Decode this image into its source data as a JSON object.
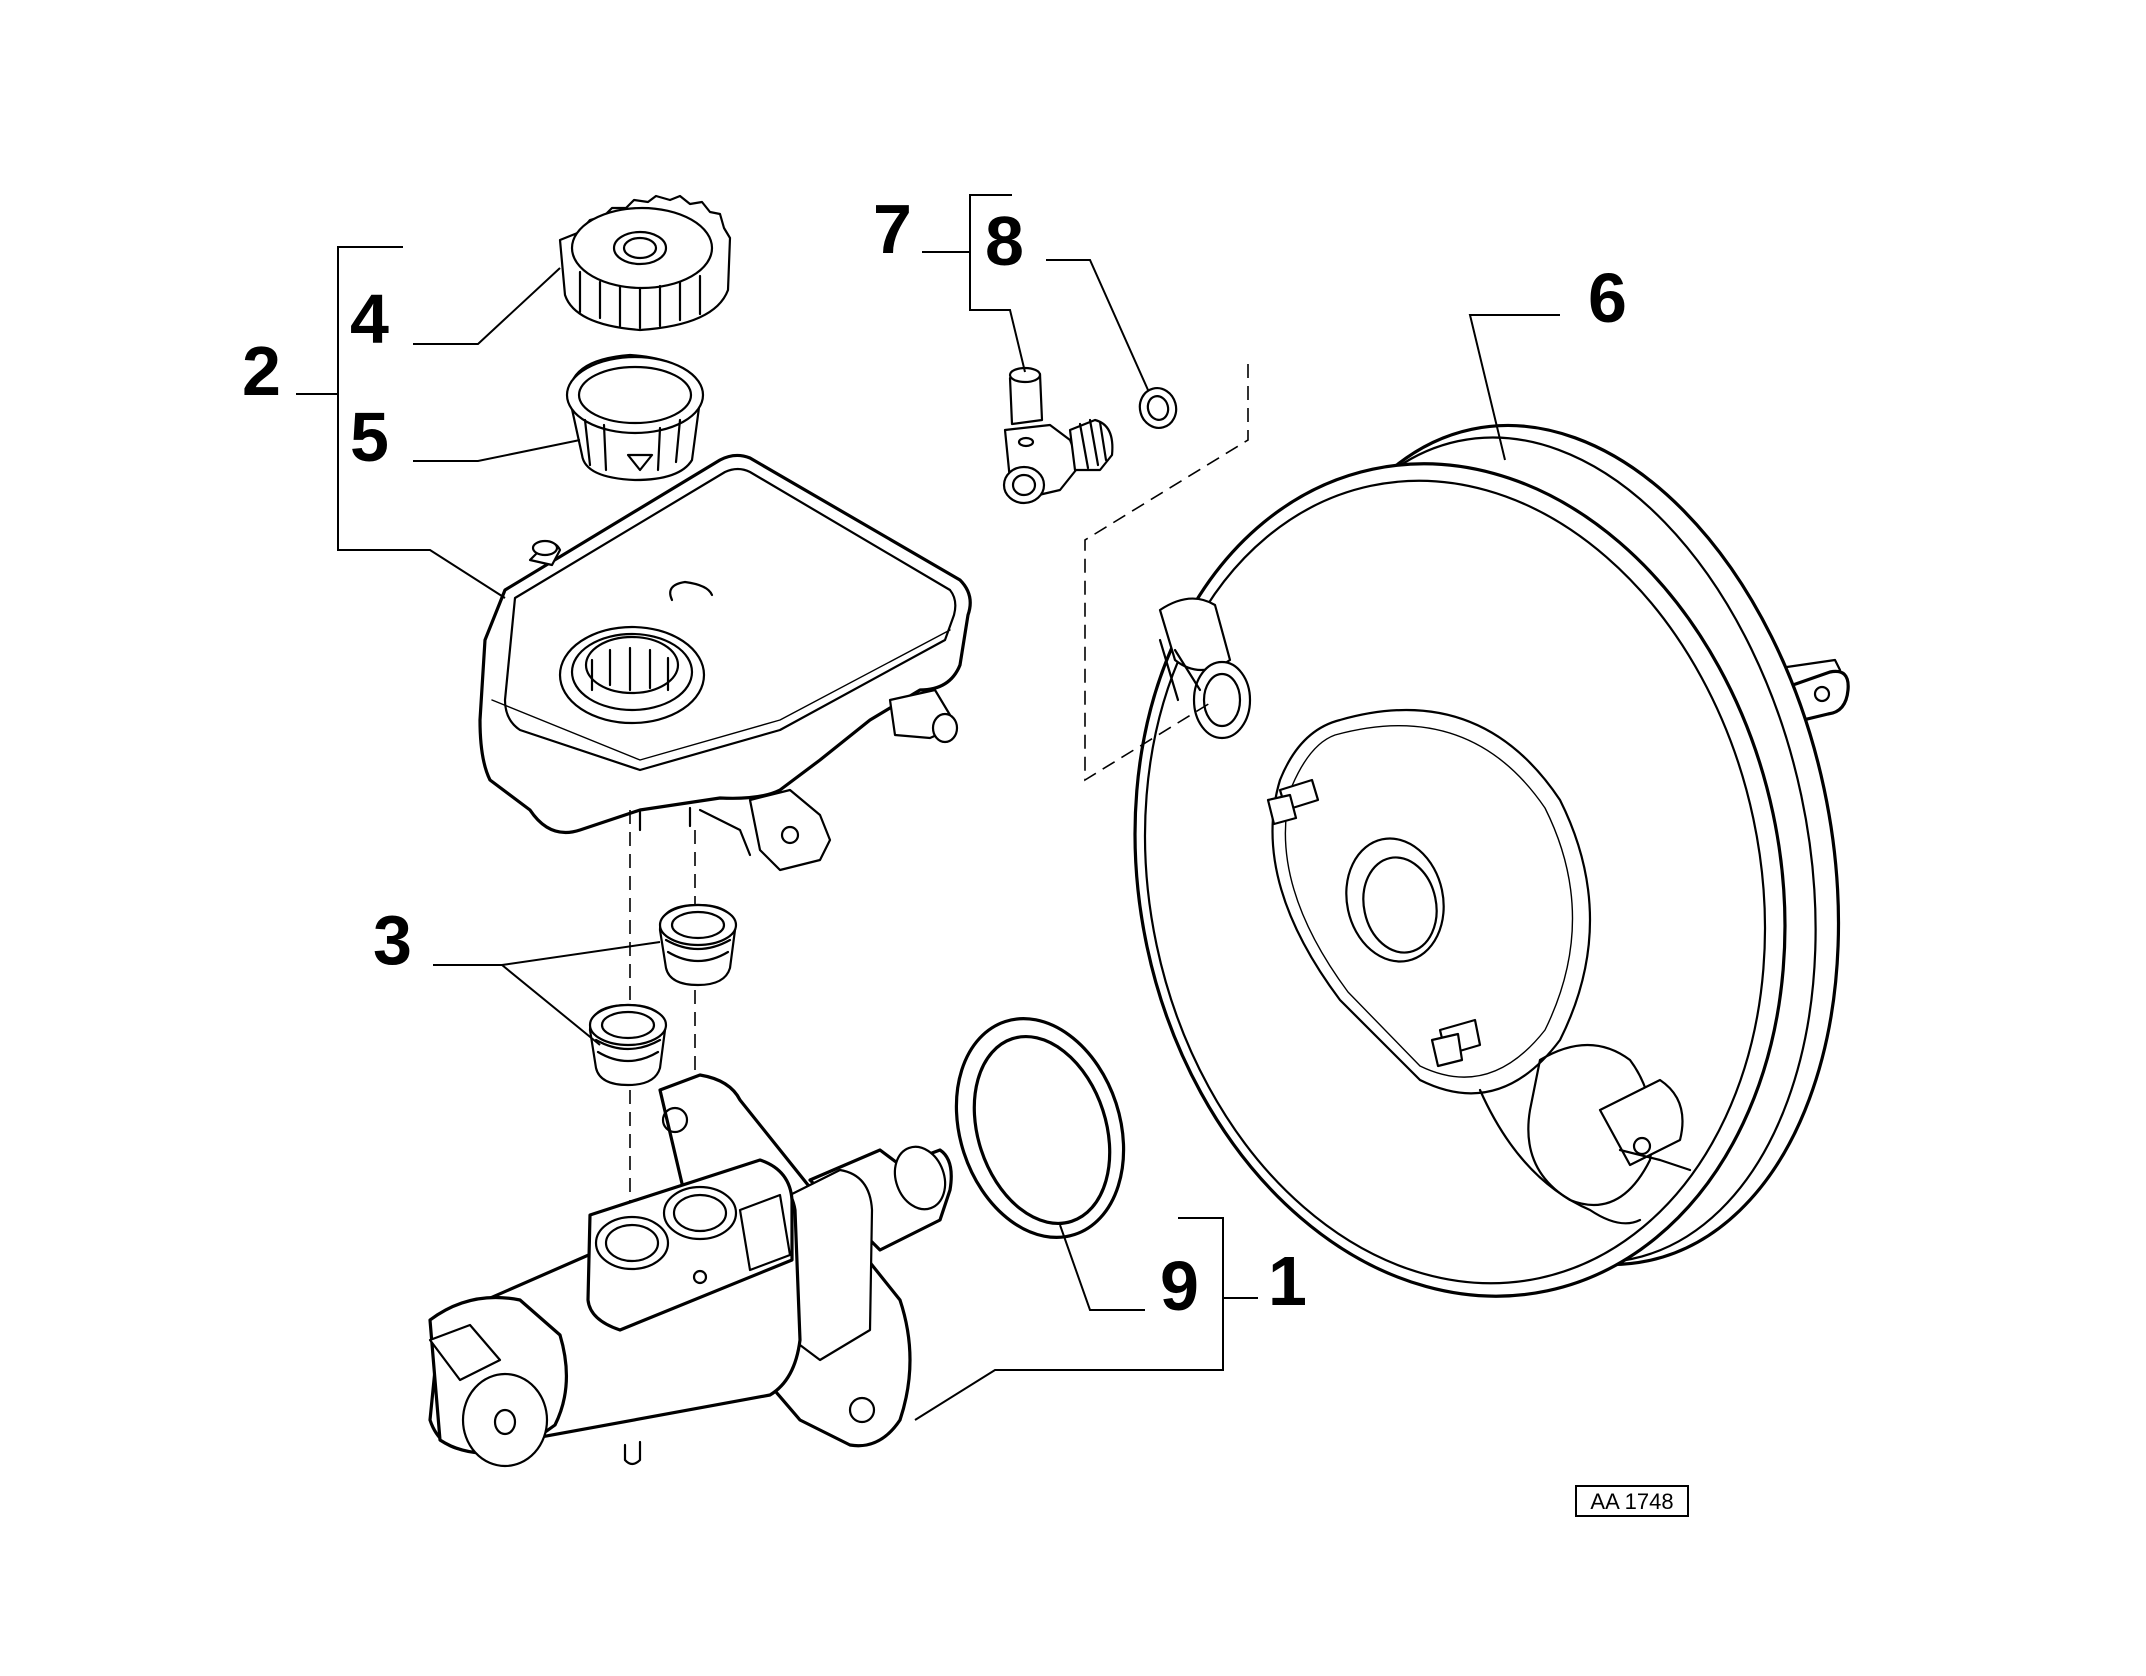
{
  "diagram": {
    "callouts": [
      {
        "id": "1",
        "label": "1"
      },
      {
        "id": "2",
        "label": "2"
      },
      {
        "id": "3",
        "label": "3"
      },
      {
        "id": "4",
        "label": "4"
      },
      {
        "id": "5",
        "label": "5"
      },
      {
        "id": "6",
        "label": "6"
      },
      {
        "id": "7",
        "label": "7"
      },
      {
        "id": "8",
        "label": "8"
      },
      {
        "id": "9",
        "label": "9"
      }
    ],
    "reference_code": "AA 1748"
  }
}
